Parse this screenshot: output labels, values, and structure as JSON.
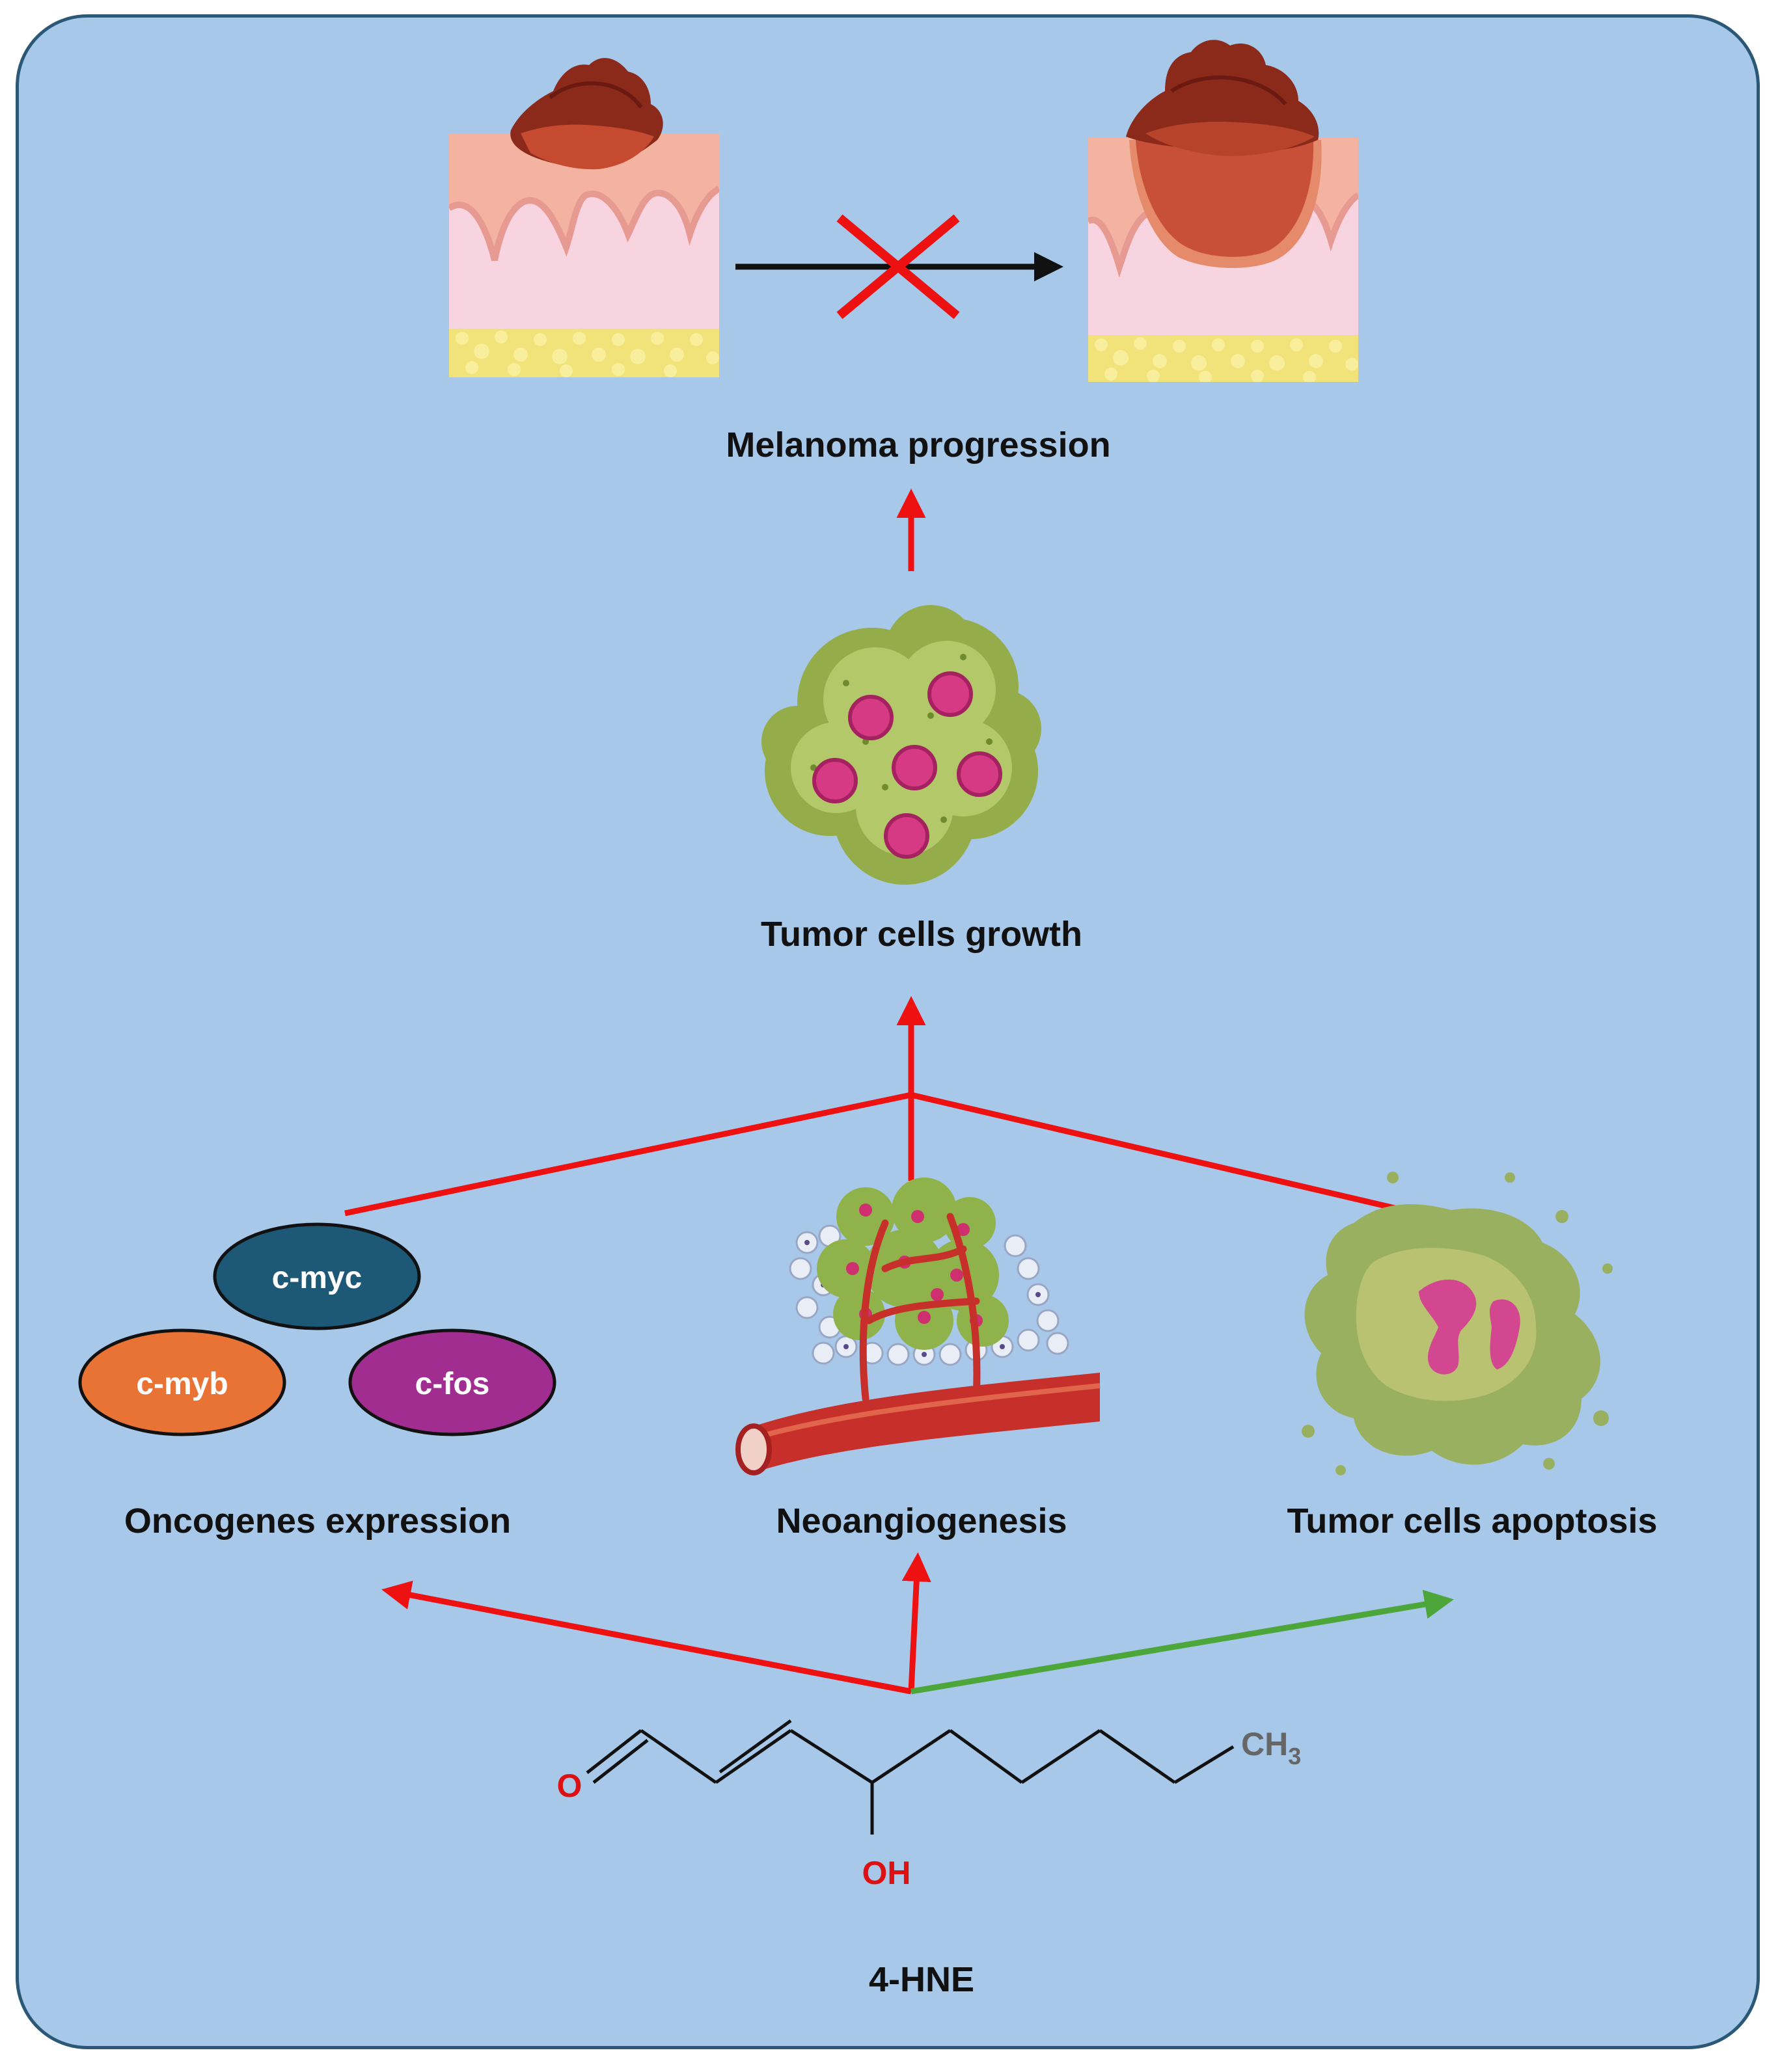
{
  "diagram": {
    "melanoma_label": "Melanoma progression",
    "tumor_growth_label": "Tumor cells growth",
    "oncogenes_label": "Oncogenes expression",
    "neoangiogenesis_label": "Neoangiogenesis",
    "apoptosis_label": "Tumor cells apoptosis",
    "compound_label": "4-HNE",
    "genes": [
      "c-myc",
      "c-myb",
      "c-fos"
    ],
    "atoms": {
      "oxygen": "O",
      "hydroxyl": "OH",
      "methyl": "CH",
      "methyl_subscript": "3"
    }
  },
  "colors": {
    "background": "#a8c8ea",
    "border": "#2c5878",
    "increase_arrow": "#ee1111",
    "decrease_arrow": "#4ca63a",
    "c-myc": "#1d5876",
    "c-myb": "#e87335",
    "c-fos": "#a22d90"
  }
}
